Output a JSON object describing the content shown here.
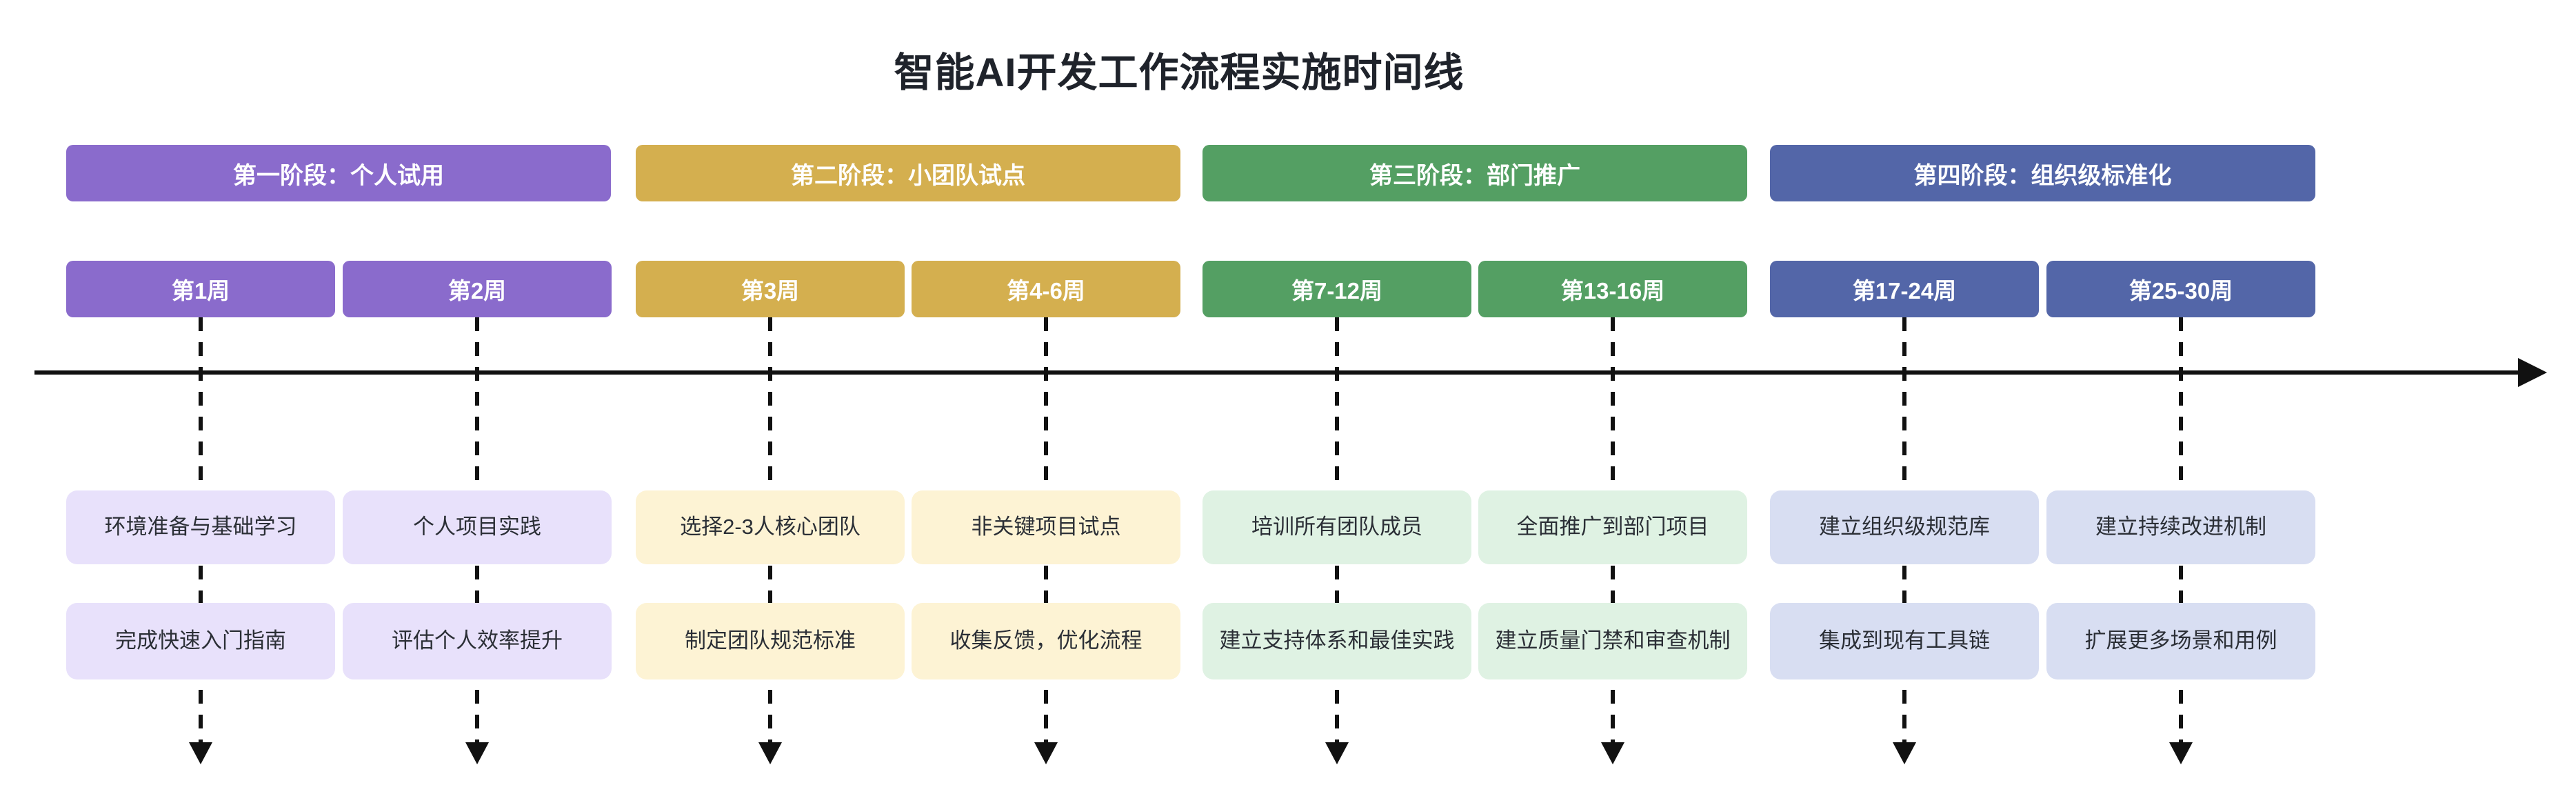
{
  "title": "智能AI开发工作流程实施时间线",
  "colors": {
    "phase1": "#8a6bcc",
    "phase2": "#d4af4f",
    "phase3": "#549f63",
    "phase4": "#5366a8",
    "task_bg_phase1": "#e8e1fb",
    "task_bg_phase2": "#fdf3d4",
    "task_bg_phase3": "#dff2e3",
    "task_bg_phase4": "#d8def2",
    "axis": "#111111",
    "task_text": "#2b2f36",
    "title_text": "#1f232b"
  },
  "phases": [
    {
      "label": "第一阶段：个人试用"
    },
    {
      "label": "第二阶段：小团队试点"
    },
    {
      "label": "第三阶段：部门推广"
    },
    {
      "label": "第四阶段：组织级标准化"
    }
  ],
  "columns": [
    {
      "week": "第1周",
      "tasks": [
        "环境准备与基础学习",
        "完成快速入门指南"
      ]
    },
    {
      "week": "第2周",
      "tasks": [
        "个人项目实践",
        "评估个人效率提升"
      ]
    },
    {
      "week": "第3周",
      "tasks": [
        "选择2-3人核心团队",
        "制定团队规范标准"
      ]
    },
    {
      "week": "第4-6周",
      "tasks": [
        "非关键项目试点",
        "收集反馈，优化流程"
      ]
    },
    {
      "week": "第7-12周",
      "tasks": [
        "培训所有团队成员",
        "建立支持体系和最佳实践"
      ]
    },
    {
      "week": "第13-16周",
      "tasks": [
        "全面推广到部门项目",
        "建立质量门禁和审查机制"
      ]
    },
    {
      "week": "第17-24周",
      "tasks": [
        "建立组织级规范库",
        "集成到现有工具链"
      ]
    },
    {
      "week": "第25-30周",
      "tasks": [
        "建立持续改进机制",
        "扩展更多场景和用例"
      ]
    }
  ]
}
